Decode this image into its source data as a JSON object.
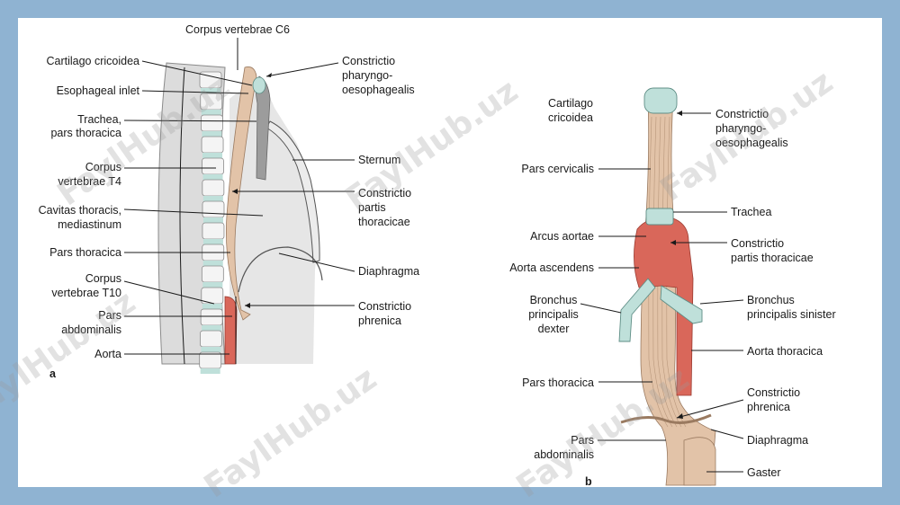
{
  "colors": {
    "background_frame": "#8fb3d2",
    "panel": "#ffffff",
    "esophagus": "#e2c3a8",
    "aorta": "#d9675a",
    "cartilage": "#bfe0da",
    "spine": "#d6d6d6"
  },
  "watermark": "FaylHub.uz",
  "figure_a": {
    "panel_letter": "a",
    "labels": {
      "corpus_c6": "Corpus vertebrae C6",
      "cartilago": "Cartilago cricoidea",
      "inlet": "Esophageal inlet",
      "trachea_1": "Trachea,",
      "trachea_2": "pars thoracica",
      "t4_1": "Corpus",
      "t4_2": "vertebrae T4",
      "cavitas_1": "Cavitas thoracis,",
      "cavitas_2": "mediastinum",
      "pars_thoracica": "Pars thoracica",
      "t10_1": "Corpus",
      "t10_2": "vertebrae T10",
      "pars_abd_1": "Pars",
      "pars_abd_2": "abdominalis",
      "aorta": "Aorta",
      "constrictio_ph_1": "Constrictio",
      "constrictio_ph_2": "pharyngo-",
      "constrictio_ph_3": "oesophagealis",
      "sternum": "Sternum",
      "constrictio_th_1": "Constrictio",
      "constrictio_th_2": "partis",
      "constrictio_th_3": "thoracicae",
      "diaphragma": "Diaphragma",
      "constrictio_phr_1": "Constrictio",
      "constrictio_phr_2": "phrenica"
    }
  },
  "figure_b": {
    "panel_letter": "b",
    "labels": {
      "cartilago_1": "Cartilago",
      "cartilago_2": "cricoidea",
      "pars_cervicalis": "Pars cervicalis",
      "arcus": "Arcus aortae",
      "aorta_asc": "Aorta ascendens",
      "bronch_dex_1": "Bronchus",
      "bronch_dex_2": "principalis",
      "bronch_dex_3": "dexter",
      "pars_thoracica": "Pars thoracica",
      "pars_abd_1": "Pars",
      "pars_abd_2": "abdominalis",
      "constrictio_ph_1": "Constrictio",
      "constrictio_ph_2": "pharyngo-",
      "constrictio_ph_3": "oesophagealis",
      "trachea": "Trachea",
      "constrictio_th_1": "Constrictio",
      "constrictio_th_2": "partis thoracicae",
      "bronch_sin_1": "Bronchus",
      "bronch_sin_2": "principalis sinister",
      "aorta_thoracica": "Aorta thoracica",
      "constrictio_phr_1": "Constrictio",
      "constrictio_phr_2": "phrenica",
      "diaphragma": "Diaphragma",
      "gaster": "Gaster"
    }
  }
}
